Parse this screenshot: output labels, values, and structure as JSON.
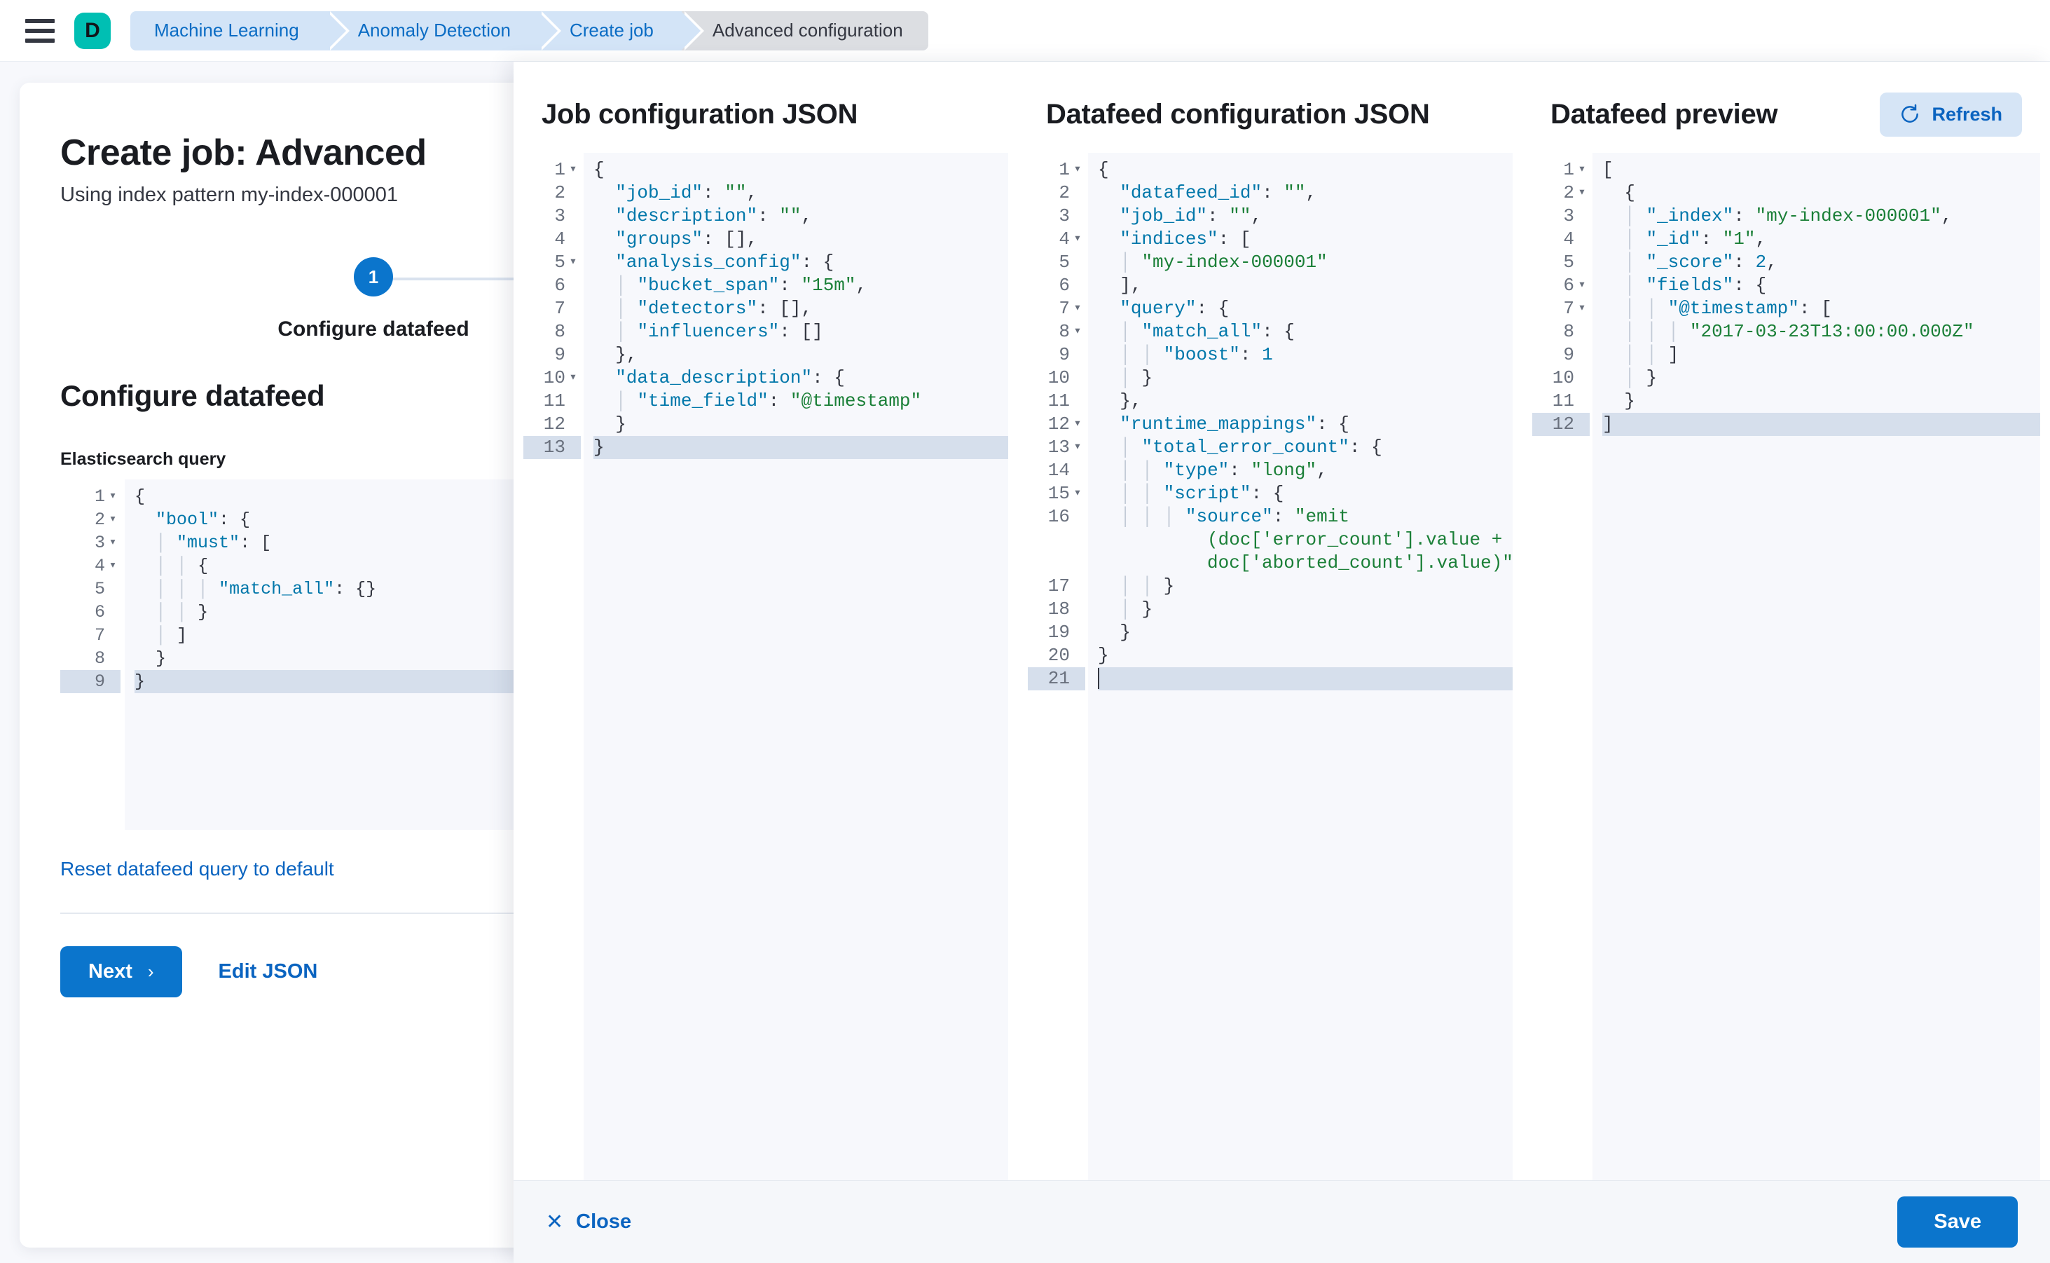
{
  "topbar": {
    "menu_icon": "hamburger-icon",
    "app_badge": "D",
    "breadcrumbs": [
      {
        "label": "Machine Learning",
        "active": false
      },
      {
        "label": "Anomaly Detection",
        "active": false
      },
      {
        "label": "Create job",
        "active": false
      },
      {
        "label": "Advanced configuration",
        "active": true
      }
    ]
  },
  "page": {
    "title": "Create job: Advanced",
    "subtitle": "Using index pattern my-index-000001",
    "step_number": "1",
    "step_label": "Configure datafeed",
    "section_title": "Configure datafeed",
    "query_label": "Elasticsearch query",
    "reset_link": "Reset datafeed query to default",
    "next_label": "Next",
    "next_chevron": "›",
    "edit_json_label": "Edit JSON"
  },
  "es_query_editor": {
    "lines": [
      {
        "n": "1",
        "fold": true,
        "html": "<span class=\"p\">{</span>"
      },
      {
        "n": "2",
        "fold": true,
        "html": "  <span class=\"k\">\"bool\"</span><span class=\"p\">: {</span>"
      },
      {
        "n": "3",
        "fold": true,
        "html": "  <span class=\"ind\">│</span> <span class=\"k\">\"must\"</span><span class=\"p\">: [</span>"
      },
      {
        "n": "4",
        "fold": true,
        "html": "  <span class=\"ind\">│</span> <span class=\"ind\">│</span> <span class=\"p\">{</span>"
      },
      {
        "n": "5",
        "fold": false,
        "html": "  <span class=\"ind\">│</span> <span class=\"ind\">│</span> <span class=\"ind\">│</span> <span class=\"k\">\"match_all\"</span><span class=\"p\">: {}</span>"
      },
      {
        "n": "6",
        "fold": false,
        "html": "  <span class=\"ind\">│</span> <span class=\"ind\">│</span> <span class=\"p\">}</span>"
      },
      {
        "n": "7",
        "fold": false,
        "html": "  <span class=\"ind\">│</span> <span class=\"p\">]</span>"
      },
      {
        "n": "8",
        "fold": false,
        "html": "  <span class=\"p\">}</span>"
      },
      {
        "n": "9",
        "fold": false,
        "hl": true,
        "html": "<span class=\"p\">}</span>"
      }
    ]
  },
  "job_config": {
    "title": "Job configuration JSON",
    "lines": [
      {
        "n": "1",
        "fold": true,
        "html": "<span class=\"p\">{</span>"
      },
      {
        "n": "2",
        "fold": false,
        "html": "  <span class=\"k\">\"job_id\"</span><span class=\"p\">: </span><span class=\"s\">\"\"</span><span class=\"p\">,</span>"
      },
      {
        "n": "3",
        "fold": false,
        "html": "  <span class=\"k\">\"description\"</span><span class=\"p\">: </span><span class=\"s\">\"\"</span><span class=\"p\">,</span>"
      },
      {
        "n": "4",
        "fold": false,
        "html": "  <span class=\"k\">\"groups\"</span><span class=\"p\">: [],</span>"
      },
      {
        "n": "5",
        "fold": true,
        "html": "  <span class=\"k\">\"analysis_config\"</span><span class=\"p\">: {</span>"
      },
      {
        "n": "6",
        "fold": false,
        "html": "  <span class=\"ind\">│</span> <span class=\"k\">\"bucket_span\"</span><span class=\"p\">: </span><span class=\"s\">\"15m\"</span><span class=\"p\">,</span>"
      },
      {
        "n": "7",
        "fold": false,
        "html": "  <span class=\"ind\">│</span> <span class=\"k\">\"detectors\"</span><span class=\"p\">: [],</span>"
      },
      {
        "n": "8",
        "fold": false,
        "html": "  <span class=\"ind\">│</span> <span class=\"k\">\"influencers\"</span><span class=\"p\">: []</span>"
      },
      {
        "n": "9",
        "fold": false,
        "html": "  <span class=\"p\">},</span>"
      },
      {
        "n": "10",
        "fold": true,
        "html": "  <span class=\"k\">\"data_description\"</span><span class=\"p\">: {</span>"
      },
      {
        "n": "11",
        "fold": false,
        "html": "  <span class=\"ind\">│</span> <span class=\"k\">\"time_field\"</span><span class=\"p\">: </span><span class=\"s\">\"@timestamp\"</span>"
      },
      {
        "n": "12",
        "fold": false,
        "html": "  <span class=\"p\">}</span>"
      },
      {
        "n": "13",
        "fold": false,
        "hl": true,
        "html": "<span class=\"p\">}</span>"
      }
    ]
  },
  "datafeed_config": {
    "title": "Datafeed configuration JSON",
    "lines": [
      {
        "n": "1",
        "fold": true,
        "html": "<span class=\"p\">{</span>"
      },
      {
        "n": "2",
        "fold": false,
        "html": "  <span class=\"k\">\"datafeed_id\"</span><span class=\"p\">: </span><span class=\"s\">\"\"</span><span class=\"p\">,</span>"
      },
      {
        "n": "3",
        "fold": false,
        "html": "  <span class=\"k\">\"job_id\"</span><span class=\"p\">: </span><span class=\"s\">\"\"</span><span class=\"p\">,</span>"
      },
      {
        "n": "4",
        "fold": true,
        "html": "  <span class=\"k\">\"indices\"</span><span class=\"p\">: [</span>"
      },
      {
        "n": "5",
        "fold": false,
        "html": "  <span class=\"ind\">│</span> <span class=\"s\">\"my-index-000001\"</span>"
      },
      {
        "n": "6",
        "fold": false,
        "html": "  <span class=\"p\">],</span>"
      },
      {
        "n": "7",
        "fold": true,
        "html": "  <span class=\"k\">\"query\"</span><span class=\"p\">: {</span>"
      },
      {
        "n": "8",
        "fold": true,
        "html": "  <span class=\"ind\">│</span> <span class=\"k\">\"match_all\"</span><span class=\"p\">: {</span>"
      },
      {
        "n": "9",
        "fold": false,
        "html": "  <span class=\"ind\">│</span> <span class=\"ind\">│</span> <span class=\"k\">\"boost\"</span><span class=\"p\">: </span><span class=\"n\">1</span>"
      },
      {
        "n": "10",
        "fold": false,
        "html": "  <span class=\"ind\">│</span> <span class=\"p\">}</span>"
      },
      {
        "n": "11",
        "fold": false,
        "html": "  <span class=\"p\">},</span>"
      },
      {
        "n": "12",
        "fold": true,
        "html": "  <span class=\"k\">\"runtime_mappings\"</span><span class=\"p\">: {</span>"
      },
      {
        "n": "13",
        "fold": true,
        "html": "  <span class=\"ind\">│</span> <span class=\"k\">\"total_error_count\"</span><span class=\"p\">: {</span>"
      },
      {
        "n": "14",
        "fold": false,
        "html": "  <span class=\"ind\">│</span> <span class=\"ind\">│</span> <span class=\"k\">\"type\"</span><span class=\"p\">: </span><span class=\"s\">\"long\"</span><span class=\"p\">,</span>"
      },
      {
        "n": "15",
        "fold": true,
        "html": "  <span class=\"ind\">│</span> <span class=\"ind\">│</span> <span class=\"k\">\"script\"</span><span class=\"p\">: {</span>"
      },
      {
        "n": "16",
        "fold": false,
        "wrap": true,
        "html": "  <span class=\"ind\">│</span> <span class=\"ind\">│</span> <span class=\"ind\">│</span> <span class=\"k\">\"source\"</span><span class=\"p\">: </span><span class=\"s\">\"emit</span>\n          <span class=\"s\">(doc['error_count'].value +</span>\n          <span class=\"s\">doc['aborted_count'].value)\"</span>"
      },
      {
        "n": "17",
        "fold": false,
        "html": "  <span class=\"ind\">│</span> <span class=\"ind\">│</span> <span class=\"p\">}</span>"
      },
      {
        "n": "18",
        "fold": false,
        "html": "  <span class=\"ind\">│</span> <span class=\"p\">}</span>"
      },
      {
        "n": "19",
        "fold": false,
        "html": "  <span class=\"p\">}</span>"
      },
      {
        "n": "20",
        "fold": false,
        "html": "<span class=\"p\">}</span>"
      },
      {
        "n": "21",
        "fold": false,
        "hl": true,
        "cursor": true,
        "html": ""
      }
    ]
  },
  "datafeed_preview": {
    "title": "Datafeed preview",
    "refresh_label": "Refresh",
    "refresh_icon": "refresh-icon",
    "lines": [
      {
        "n": "1",
        "fold": true,
        "html": "<span class=\"p\">[</span>"
      },
      {
        "n": "2",
        "fold": true,
        "html": "  <span class=\"p\">{</span>"
      },
      {
        "n": "3",
        "fold": false,
        "html": "  <span class=\"ind\">│</span> <span class=\"k\">\"_index\"</span><span class=\"p\">: </span><span class=\"s\">\"my-index-000001\"</span><span class=\"p\">,</span>"
      },
      {
        "n": "4",
        "fold": false,
        "html": "  <span class=\"ind\">│</span> <span class=\"k\">\"_id\"</span><span class=\"p\">: </span><span class=\"s\">\"1\"</span><span class=\"p\">,</span>"
      },
      {
        "n": "5",
        "fold": false,
        "html": "  <span class=\"ind\">│</span> <span class=\"k\">\"_score\"</span><span class=\"p\">: </span><span class=\"n\">2</span><span class=\"p\">,</span>"
      },
      {
        "n": "6",
        "fold": true,
        "html": "  <span class=\"ind\">│</span> <span class=\"k\">\"fields\"</span><span class=\"p\">: {</span>"
      },
      {
        "n": "7",
        "fold": true,
        "html": "  <span class=\"ind\">│</span> <span class=\"ind\">│</span> <span class=\"k\">\"@timestamp\"</span><span class=\"p\">: [</span>"
      },
      {
        "n": "8",
        "fold": false,
        "html": "  <span class=\"ind\">│</span> <span class=\"ind\">│</span> <span class=\"ind\">│</span> <span class=\"s\">\"2017-03-23T13:00:00.000Z\"</span>"
      },
      {
        "n": "9",
        "fold": false,
        "html": "  <span class=\"ind\">│</span> <span class=\"ind\">│</span> <span class=\"p\">]</span>"
      },
      {
        "n": "10",
        "fold": false,
        "html": "  <span class=\"ind\">│</span> <span class=\"p\">}</span>"
      },
      {
        "n": "11",
        "fold": false,
        "html": "  <span class=\"p\">}</span>"
      },
      {
        "n": "12",
        "fold": false,
        "hl": true,
        "html": "<span class=\"p\">]</span>"
      }
    ]
  },
  "footer": {
    "close_label": "Close",
    "close_icon": "close-icon",
    "save_label": "Save"
  },
  "colors": {
    "accent": "#0b75cc",
    "brand": "#00bfb3",
    "link": "#0b64c0",
    "crumb_bg": "#d3e4f7",
    "string": "#1a7f37",
    "key": "#0077aa"
  }
}
